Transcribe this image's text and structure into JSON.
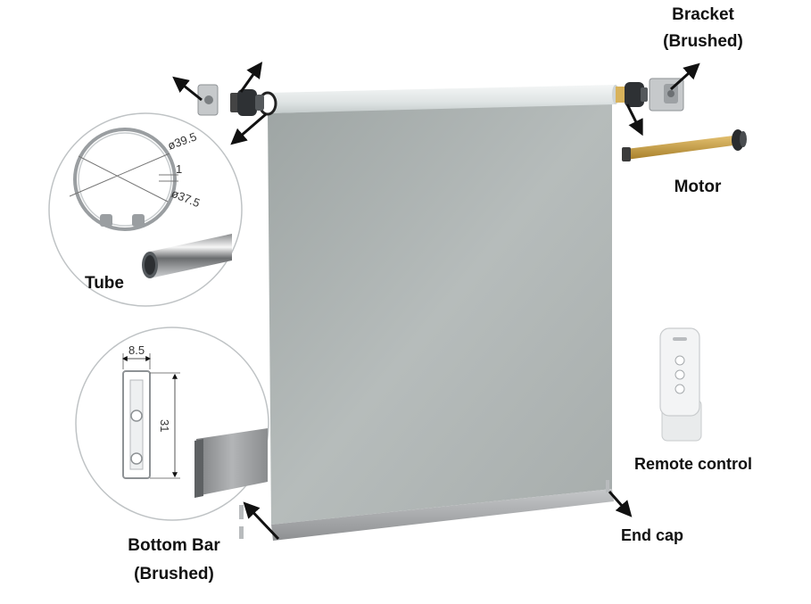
{
  "labels": {
    "bracket_line1": "Bracket",
    "bracket_line2": "(Brushed)",
    "motor": "Motor",
    "tube": "Tube",
    "bottom_bar_line1": "Bottom Bar",
    "bottom_bar_line2": "(Brushed)",
    "remote_control": "Remote control",
    "end_cap": "End cap"
  },
  "dimensions": {
    "tube_outer": "ø39.5",
    "tube_wall": "1",
    "tube_inner": "ø37.5",
    "bar_width": "8.5",
    "bar_height": "31"
  },
  "colors": {
    "fabric": "#aeb4b3",
    "roller": "#e9eded",
    "motor_tube": "#c9a24a",
    "bottom_bar": "#9ea0a2",
    "arrow": "#111111"
  }
}
